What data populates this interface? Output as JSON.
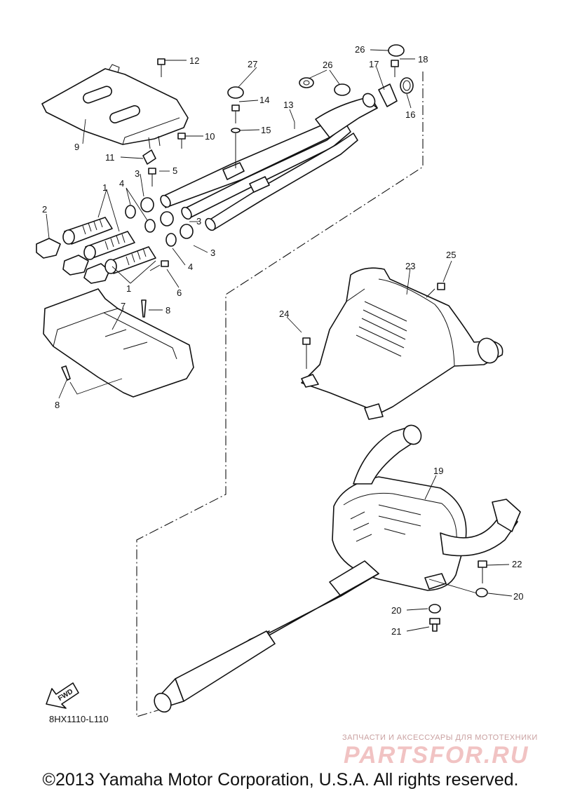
{
  "callouts": {
    "n1a": "1",
    "n1b": "1",
    "n2": "2",
    "n3a": "3",
    "n3b": "3",
    "n3c": "3",
    "n4a": "4",
    "n4b": "4",
    "n5": "5",
    "n6": "6",
    "n7": "7",
    "n8a": "8",
    "n8b": "8",
    "n9": "9",
    "n10": "10",
    "n11": "11",
    "n12": "12",
    "n13": "13",
    "n14": "14",
    "n15": "15",
    "n16": "16",
    "n17": "17",
    "n18": "18",
    "n19": "19",
    "n20a": "20",
    "n20b": "20",
    "n21": "21",
    "n22": "22",
    "n23": "23",
    "n24": "24",
    "n25": "25",
    "n26a": "26",
    "n26b": "26",
    "n27": "27"
  },
  "forward_arrow_label": "FWD",
  "diagram_code": "8HX1110-L110",
  "watermark": {
    "line1": "ЗАПЧАСТИ И АКСЕССУАРЫ ДЛЯ МОТОТЕХНИКИ",
    "line2": "PARTSFOR.RU"
  },
  "copyright": "©2013 Yamaha Motor Corporation, U.S.A. All rights reserved."
}
